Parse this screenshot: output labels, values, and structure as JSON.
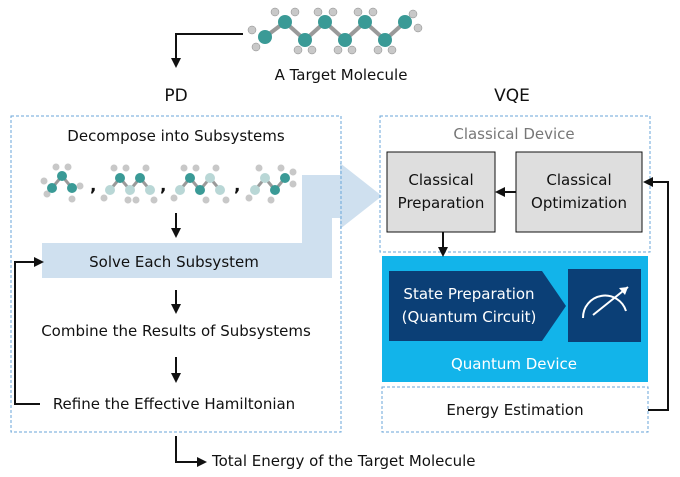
{
  "title": "A Target Molecule",
  "pd": {
    "heading": "PD",
    "decompose": "Decompose into Subsystems",
    "solve": "Solve Each Subsystem",
    "combine": "Combine the Results of Subsystems",
    "refine": "Refine the Effective Hamiltonian",
    "subsystem_separator": ","
  },
  "vqe": {
    "heading": "VQE",
    "classical_device": "Classical Device",
    "classical_preparation": [
      "Classical",
      "Preparation"
    ],
    "classical_optimization": [
      "Classical",
      "Optimization"
    ],
    "state_preparation": [
      "State Preparation",
      "(Quantum Circuit)"
    ],
    "quantum_device": "Quantum Device",
    "energy_estimation": "Energy Estimation"
  },
  "result": "Total Energy of the Target Molecule",
  "colors": {
    "teal_atom": "#3a9a96",
    "hydrogen_atom": "#c8c8c8",
    "dashed_border": "#6aa6d8",
    "light_blue_arrow": "#cfe0ef",
    "gray_box": "#dedede",
    "quantum_device": "#12b4ea",
    "dark_blue": "#0b3f76"
  },
  "icons": [
    "molecule-icon",
    "gauge-icon",
    "measurement-arrow-icon"
  ]
}
